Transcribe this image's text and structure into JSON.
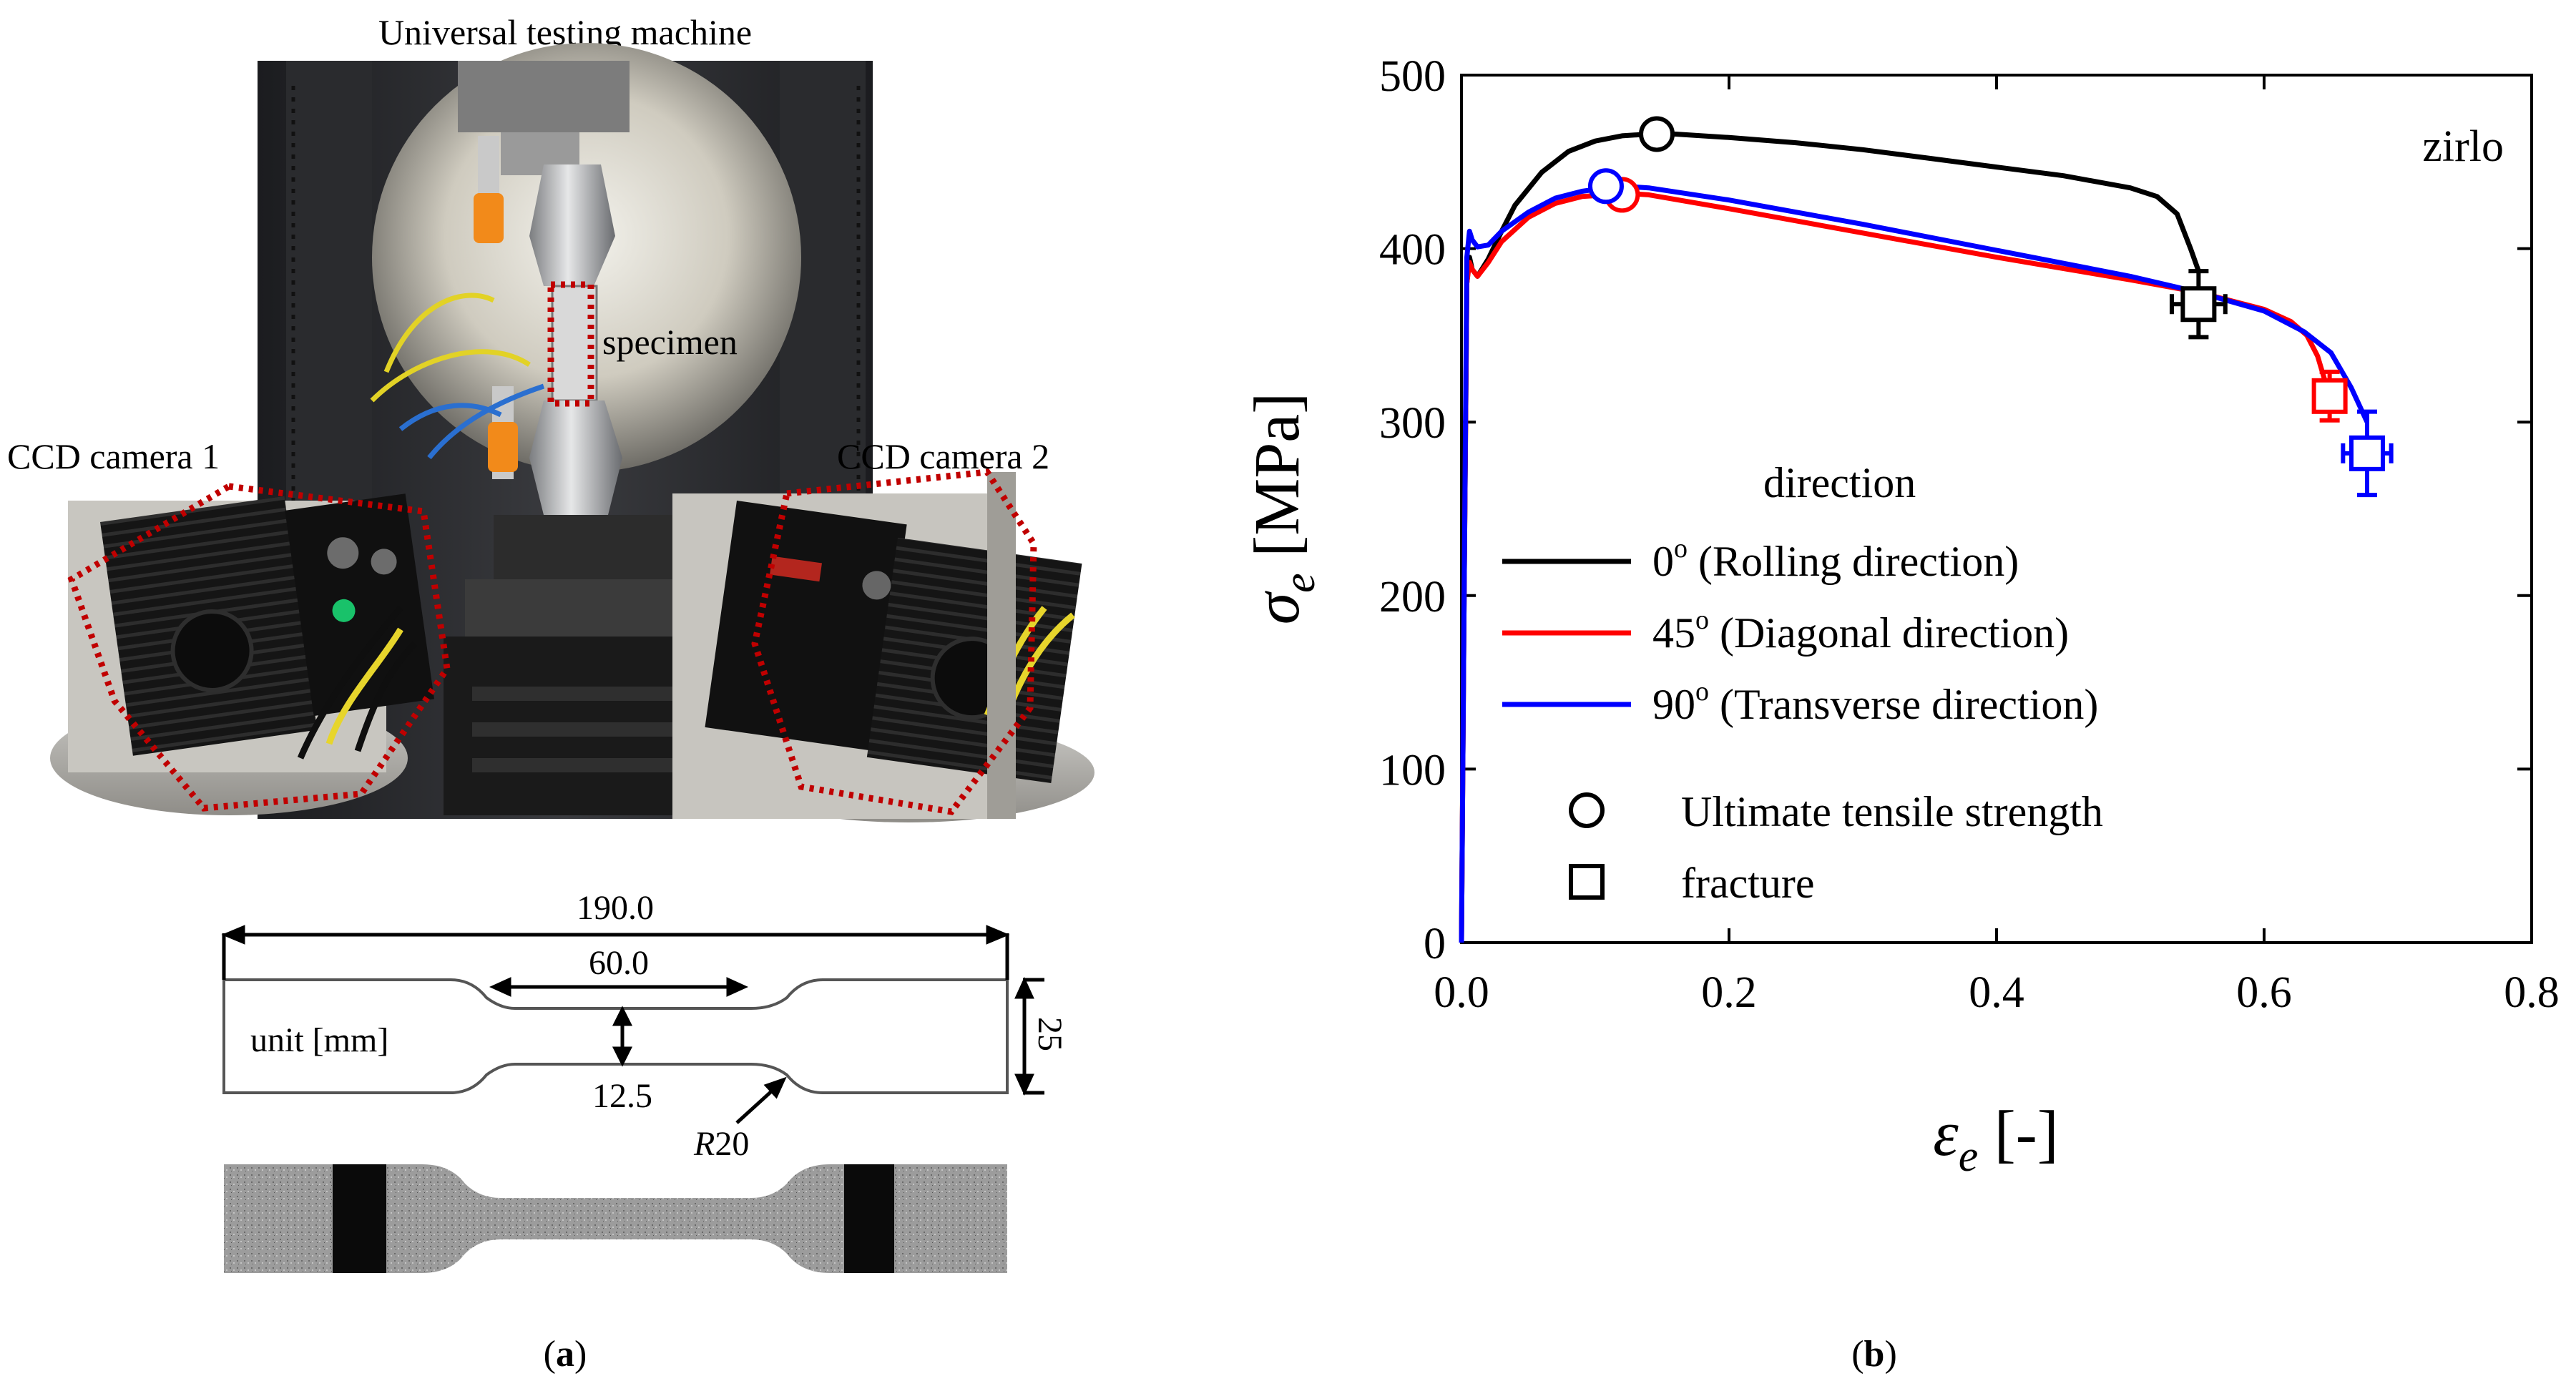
{
  "panel_a": {
    "photo_title": "Universal testing machine",
    "label_specimen": "specimen",
    "label_camera1": "CCD camera 1",
    "label_camera2": "CCD camera 2",
    "drawing": {
      "dim_total_length": "190.0",
      "dim_gauge_length": "60.0",
      "dim_gauge_width": "12.5",
      "dim_width": "25",
      "unit_label": "unit [mm]",
      "radius_italic": "R",
      "radius_value": "20"
    },
    "caption_letter": "a"
  },
  "panel_b": {
    "caption_letter": "b",
    "material_label": "zirlo",
    "x_label_symbol": "ε",
    "x_label_sub": "e",
    "x_label_unit": " [-]",
    "y_label_symbol": "σ",
    "y_label_sub": "e",
    "y_label_unit": " [MPa]",
    "legend": {
      "title": "direction",
      "entries": [
        {
          "value": "0",
          "sup": "o",
          "text": " (Rolling direction)",
          "color": "#000000"
        },
        {
          "value": "45",
          "sup": "o",
          "text": " (Diagonal direction)",
          "color": "#ff0000"
        },
        {
          "value": "90",
          "sup": "o",
          "text": " (Transverse direction)",
          "color": "#0000ff"
        }
      ],
      "marker_entries": [
        {
          "shape": "circle",
          "text": "Ultimate tensile strength"
        },
        {
          "shape": "square",
          "text": "fracture"
        }
      ]
    }
  },
  "chart_data": {
    "type": "line",
    "xlim": [
      0.0,
      0.8
    ],
    "ylim": [
      0,
      500
    ],
    "x_ticks": [
      "0.0",
      "0.2",
      "0.4",
      "0.6",
      "0.8"
    ],
    "y_ticks": [
      "0",
      "100",
      "200",
      "300",
      "400",
      "500"
    ],
    "grid": false,
    "legend_position": "center-left",
    "series": [
      {
        "name": "0o (Rolling direction)",
        "color": "#000000",
        "x": [
          0.0,
          0.002,
          0.004,
          0.006,
          0.008,
          0.012,
          0.02,
          0.03,
          0.04,
          0.06,
          0.08,
          0.1,
          0.12,
          0.14,
          0.16,
          0.2,
          0.25,
          0.3,
          0.35,
          0.4,
          0.45,
          0.5,
          0.52,
          0.535,
          0.545,
          0.551
        ],
        "y": [
          0,
          200,
          380,
          395,
          388,
          384,
          394,
          410,
          425,
          444,
          456,
          462,
          465,
          466,
          466,
          464,
          461,
          457,
          452,
          447,
          442,
          435,
          430,
          420,
          400,
          387
        ],
        "uts": {
          "x": 0.146,
          "y": 466
        },
        "fracture": {
          "x": 0.551,
          "y": 368,
          "x_err": 0.02,
          "y_err": 19
        }
      },
      {
        "name": "45o (Diagonal direction)",
        "color": "#ff0000",
        "x": [
          0.0,
          0.002,
          0.004,
          0.006,
          0.008,
          0.012,
          0.02,
          0.03,
          0.05,
          0.07,
          0.09,
          0.11,
          0.12,
          0.14,
          0.2,
          0.3,
          0.4,
          0.5,
          0.55,
          0.6,
          0.62,
          0.632,
          0.64,
          0.645,
          0.649
        ],
        "y": [
          0,
          200,
          380,
          392,
          388,
          384,
          392,
          404,
          418,
          426,
          430,
          431,
          432,
          431,
          423,
          409,
          395,
          382,
          375,
          365,
          358,
          350,
          338,
          325,
          316
        ],
        "uts": {
          "x": 0.12,
          "y": 431
        },
        "fracture": {
          "x": 0.649,
          "y": 315,
          "x_err": 0.008,
          "y_err": 14
        }
      },
      {
        "name": "90o (Transverse direction)",
        "color": "#0000ff",
        "x": [
          0.0,
          0.002,
          0.004,
          0.006,
          0.008,
          0.012,
          0.02,
          0.03,
          0.05,
          0.07,
          0.09,
          0.108,
          0.12,
          0.14,
          0.2,
          0.3,
          0.4,
          0.5,
          0.55,
          0.6,
          0.63,
          0.65,
          0.665,
          0.677
        ],
        "y": [
          0,
          200,
          395,
          410,
          405,
          401,
          402,
          410,
          421,
          429,
          433,
          435,
          436,
          435,
          428,
          414,
          399,
          384,
          375,
          364,
          352,
          340,
          320,
          300
        ],
        "uts": {
          "x": 0.108,
          "y": 436
        },
        "fracture": {
          "x": 0.677,
          "y": 282,
          "x_err": 0.018,
          "y_err": 24
        }
      }
    ]
  }
}
